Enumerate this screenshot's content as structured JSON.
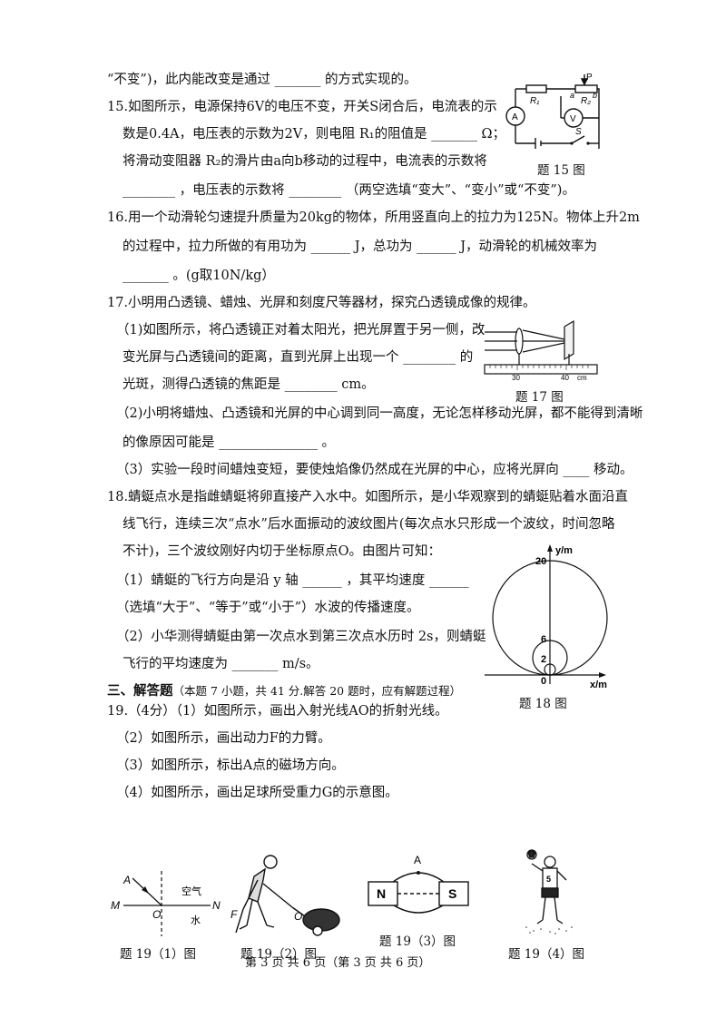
{
  "lines": [
    "“不变”)，此内能改变是通过 _______ 的方式实现的。",
    "15.如图所示，电源保持6V的电压不变，开关S闭合后，电流表的示",
    "数是0.4A，电压表的示数为2V，则电阻 R₁的阻值是 _______ Ω；",
    "将滑动变阻器 R₂的滑片由a向b移动的过程中，电流表的示数将",
    "________ ，电压表的示数将 ________ （两空选填“变大”、“变小”或“不变”)。",
    "16.用一个动滑轮匀速提升质量为20kg的物体，所用竖直向上的拉力为125N。物体上升2m",
    "的过程中，拉力所做的有用功为 ______ J，总功为 ______ J，动滑轮的机械效率为",
    "_______ 。(g取10N/kg）",
    "17.小明用凸透镜、蜡烛、光屏和刻度尺等器材，探究凸透镜成像的规律。",
    "（1)如图所示，将凸透镜正对着太阳光，把光屏置于另一侧，改",
    "变光屏与凸透镜间的距离，直到光屏上出现一个 ________ 的",
    "光斑，测得凸透镜的焦距是 ________ cm。",
    "（2)小明将蜡烛、凸透镜和光屏的中心调到同一高度，无论怎样移动光屏，都不能得到清晰",
    "的像原因可能是 _______________ 。",
    "（3）实验一段时间蜡烛变短，要使烛焰像仍然成在光屏的中心，应将光屏向 ____ 移动。",
    "18.蜻蜓点水是指雌蜻蜓将卵直接产入水中。如图所示，是小华观察到的蜻蜓贴着水面沿直",
    "线飞行，连续三次“点水”后水面振动的波纹图片(每次点水只形成一个波纹，时间忽略",
    "不计)，三个波纹刚好内切于坐标原点O。由图片可知：",
    "（1）蜻蜓的飞行方向是沿 y 轴 ______ ，其平均速度 ______",
    "（选填“大于”、“等于”或“小于”）水波的传播速度。",
    "（2）小华测得蜻蜓由第一次点水到第三次点水历时 2s，则蜻蜓",
    "飞行的平均速度为 _______ m/s。",
    "",
    "19.（4分）（1）如图所示，画出入射光线AO的折射光线。",
    "（2）如图所示，画出动力F的力臂。",
    "（3）如图所示，标出A点的磁场方向。",
    "（4）如图所示，画出足球所受重力G的示意图。"
  ],
  "section3": {
    "title": "三、解答题",
    "note": "（本题 7 小题，共 41 分.解答 20 题时，应有解题过程）"
  },
  "captions": {
    "f15": "题 15 图",
    "f17": "题 17 图",
    "f18": "题 18 图",
    "f19_1": "题 19（1）图",
    "f19_2": "题 19（2）图",
    "f19_3": "题 19（3）图",
    "f19_4": "题 19（4）图"
  },
  "footer": "第 3 页 共 6 页（第 3 页 共 6 页）",
  "fig15": {
    "P": "P",
    "R1": "R₁",
    "R2": "R₂",
    "a": "a",
    "b": "b",
    "A": "A",
    "V": "V",
    "S": "S"
  },
  "fig17": {
    "t30": "30",
    "t40": "40",
    "unit": "cm"
  },
  "fig18": {
    "y": "y/m",
    "x": "x/m",
    "t20": "20",
    "t6": "6",
    "t2": "2",
    "t0": "0"
  },
  "fig19_1": {
    "A": "A",
    "M": "M",
    "O": "O",
    "N": "N",
    "air": "空气",
    "water": "水"
  },
  "fig19_2": {
    "F": "F",
    "O": "O"
  },
  "fig19_3": {
    "A": "A",
    "N": "N",
    "S": "S"
  },
  "fig19_4": {
    "num": "5"
  }
}
